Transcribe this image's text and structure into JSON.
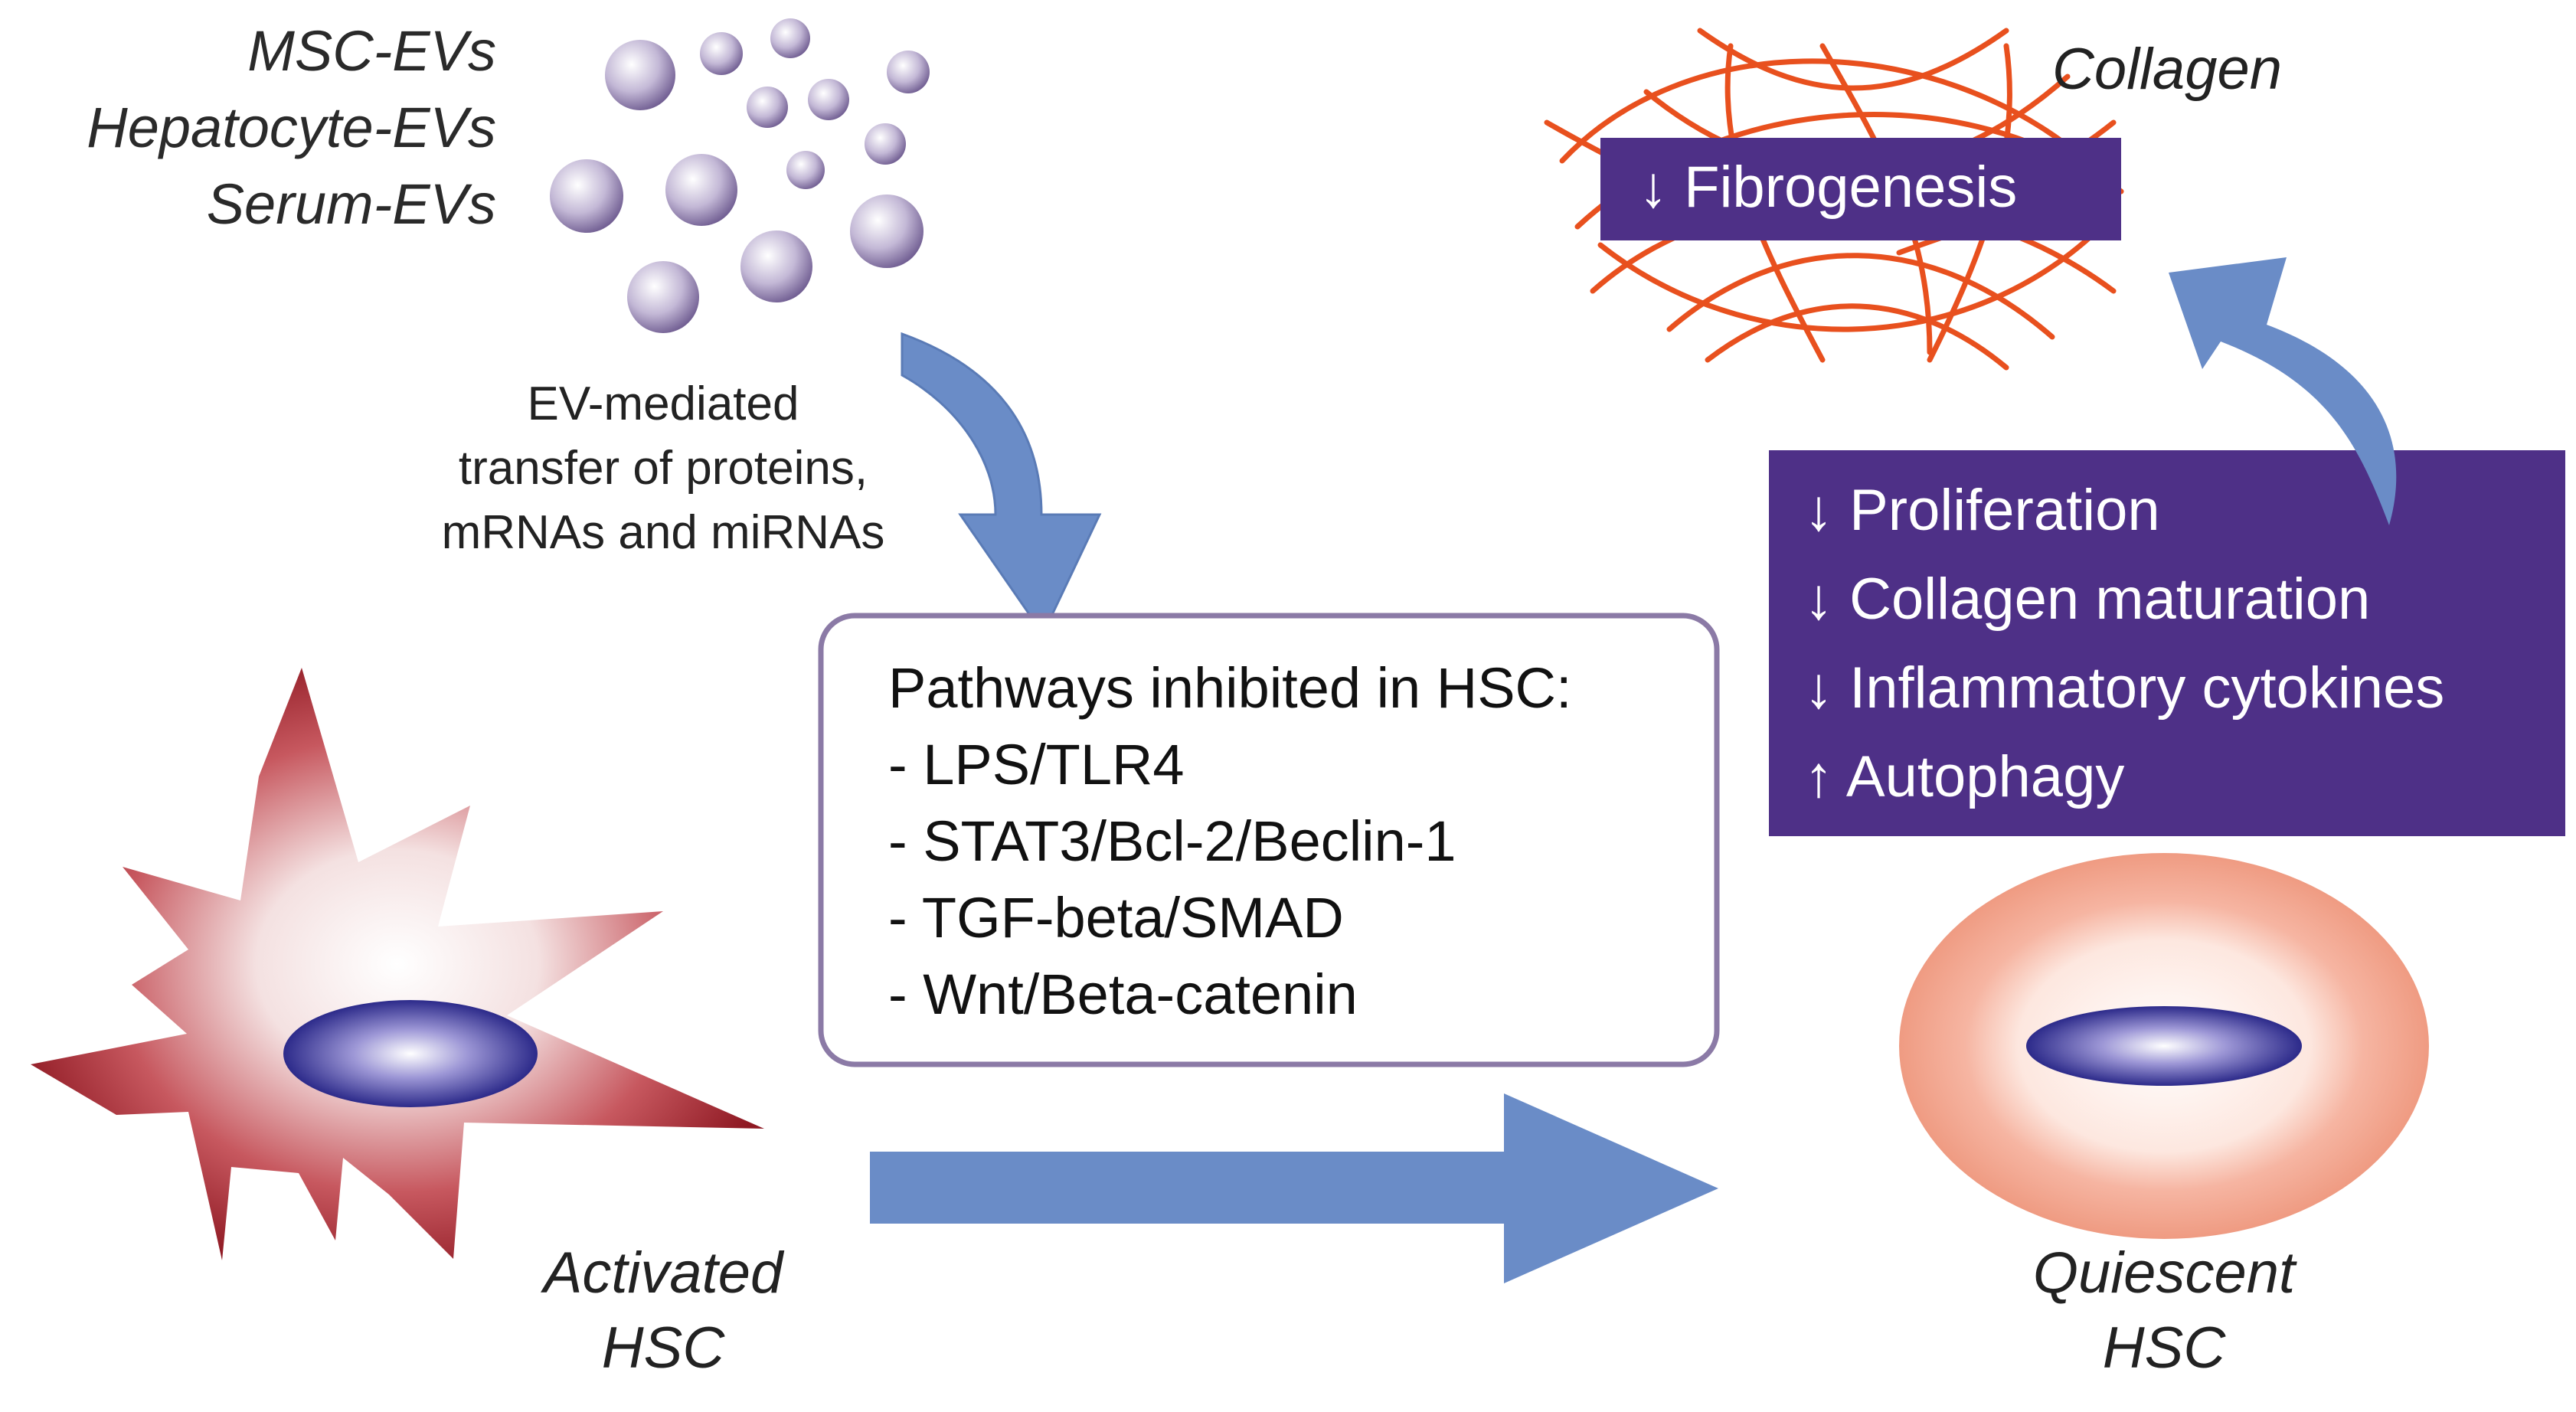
{
  "ev_sources": [
    "MSC-EVs",
    "Hepatocyte-EVs",
    "Serum-EVs"
  ],
  "transfer_text": [
    "EV-mediated",
    "transfer of proteins,",
    "mRNAs and miRNAs"
  ],
  "pathways": {
    "title": "Pathways inhibited in HSC:",
    "items": [
      "- LPS/TLR4",
      "- STAT3/Bcl-2/Beclin-1",
      "- TGF-beta/SMAD",
      "- Wnt/Beta-catenin"
    ]
  },
  "effects": [
    "↓ Proliferation",
    "↓ Collagen maturation",
    "↓ Inflammatory cytokines",
    "↑ Autophagy"
  ],
  "collagen_label": "Collagen",
  "fibrogenesis_label": "↓ Fibrogenesis",
  "activated_hsc": [
    "Activated",
    "HSC"
  ],
  "quiescent_hsc": [
    "Quiescent",
    "HSC"
  ],
  "colors": {
    "purple_box": "#4e3087",
    "arrow_blue": "#6a8cc7",
    "collagen_orange": "#e8501e",
    "activated_red": "#9a1f2a",
    "quiescent_salmon": "#f2a088",
    "nucleus_purple": "#2c2a8a",
    "pathway_border": "#8b7aa6"
  }
}
